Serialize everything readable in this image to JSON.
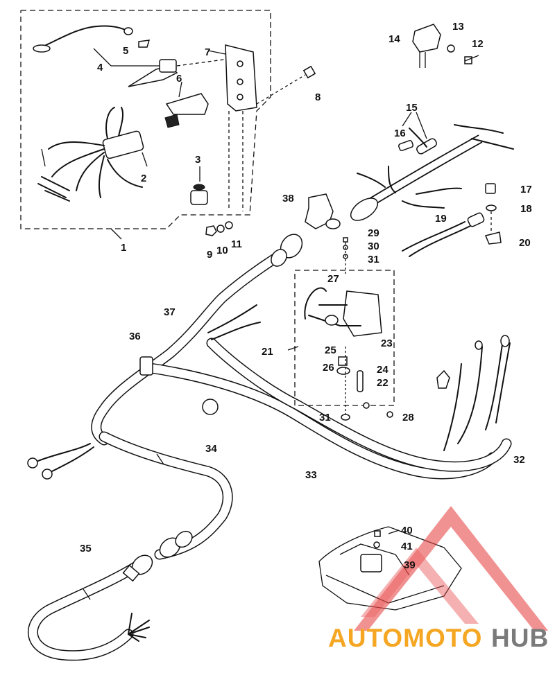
{
  "diagram": {
    "part_numbers": [
      "1",
      "2",
      "3",
      "4",
      "5",
      "6",
      "7",
      "8",
      "9",
      "10",
      "11",
      "12",
      "13",
      "14",
      "15",
      "16",
      "17",
      "18",
      "19",
      "20",
      "21",
      "22",
      "23",
      "24",
      "25",
      "26",
      "27",
      "28",
      "29",
      "30",
      "31",
      "31",
      "32",
      "33",
      "34",
      "35",
      "36",
      "37",
      "38",
      "39",
      "40",
      "41"
    ]
  },
  "watermark": {
    "text_part1": "AUTOMOTO",
    "text_part2": "HUB",
    "color_orange": "#f5a623",
    "color_grey": "#7a7a7a",
    "color_triangle": "#e84a4a"
  }
}
